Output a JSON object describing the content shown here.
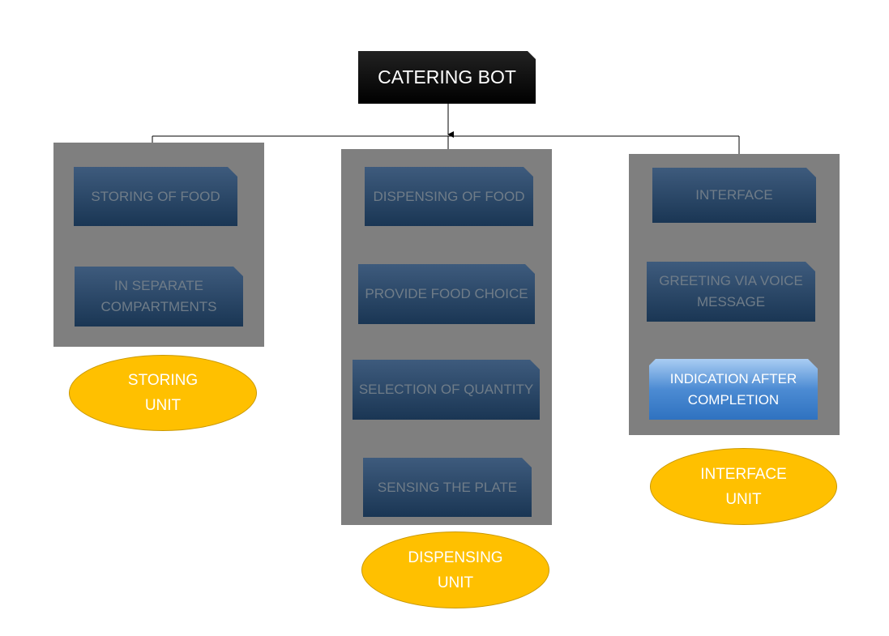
{
  "title": "CATERING BOT",
  "units": [
    {
      "name_lines": [
        "STORING",
        "UNIT"
      ],
      "steps": [
        "STORING OF FOOD",
        "IN SEPARATE COMPARTMENTS"
      ]
    },
    {
      "name_lines": [
        "DISPENSING",
        "UNIT"
      ],
      "steps": [
        "DISPENSING OF FOOD",
        "PROVIDE FOOD CHOICE",
        "SELECTION OF QUANTITY",
        "SENSING THE PLATE"
      ]
    },
    {
      "name_lines": [
        "INTERFACE",
        "UNIT"
      ],
      "steps": [
        "INTERFACE",
        "GREETING VIA VOICE MESSAGE",
        "INDICATION AFTER COMPLETION"
      ]
    }
  ],
  "colors": {
    "panel": "#7f7f7f",
    "box_dark": "#1f3b5a",
    "box_highlight": "#4c8bd3",
    "oval": "#ffc000",
    "title_box": "#000000"
  }
}
